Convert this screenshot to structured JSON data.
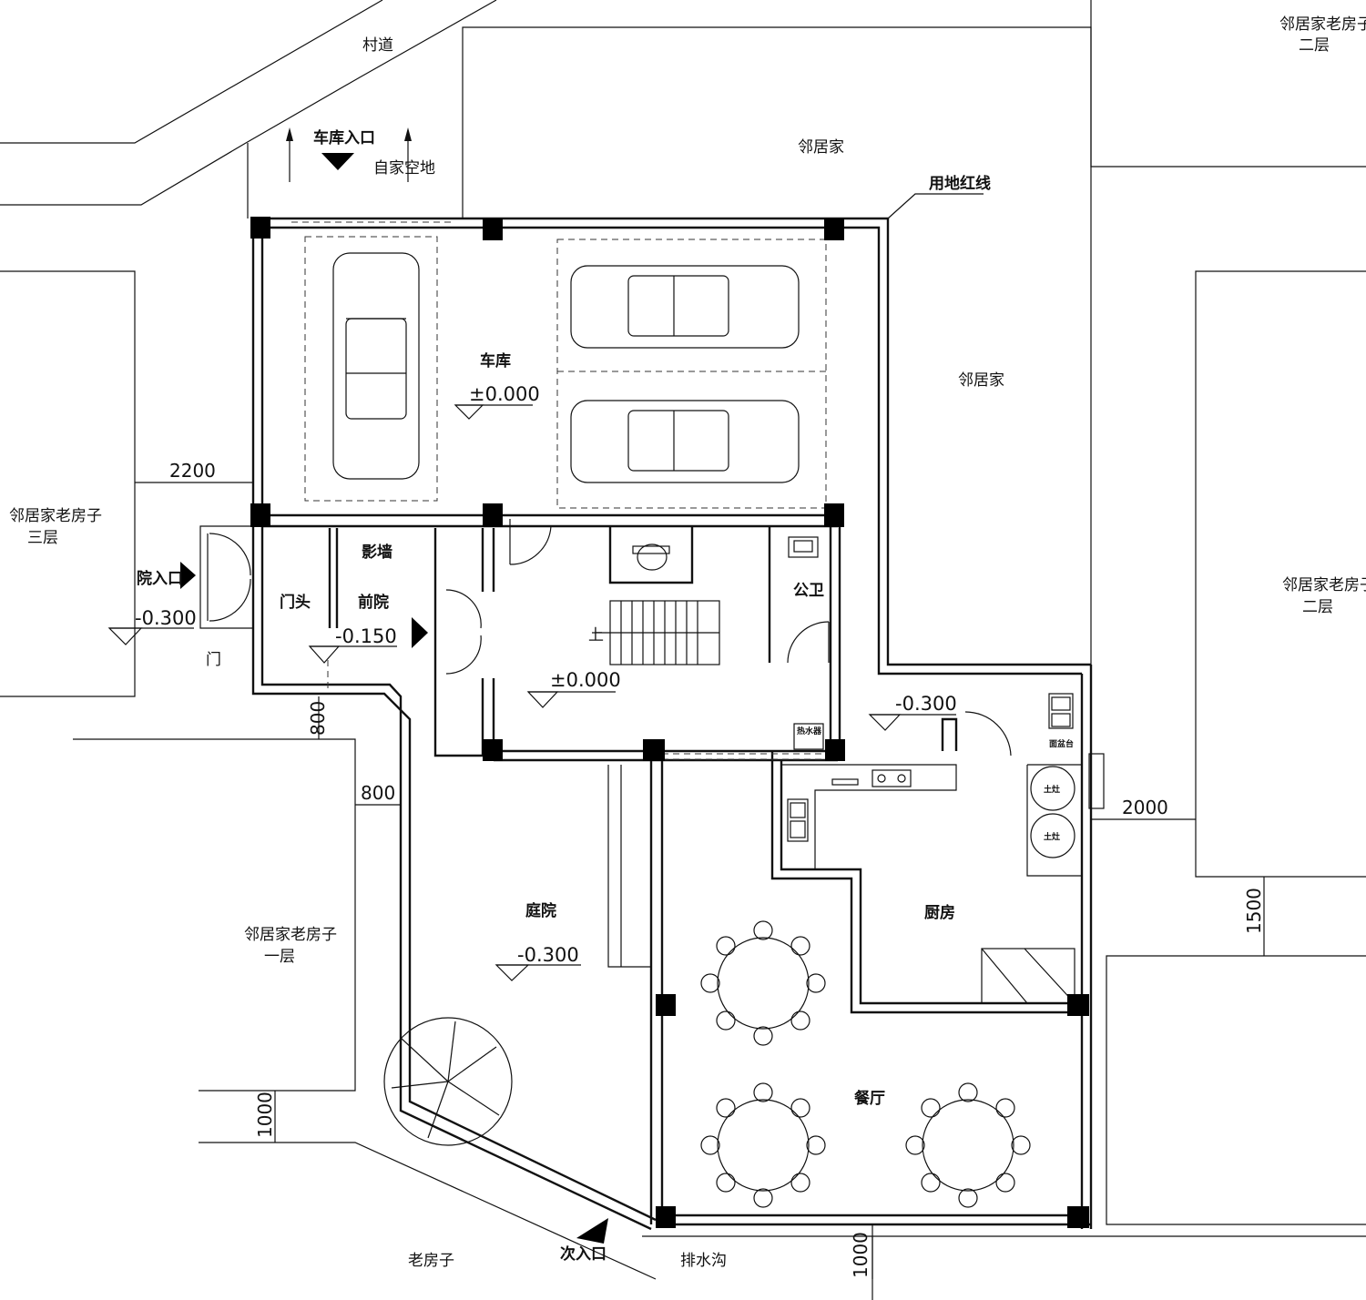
{
  "labels": {
    "village_road": "村道",
    "garage_entrance": "车库入口",
    "own_open_land": "自家空地",
    "neighbor_top": "邻居家",
    "land_red_line": "用地红线",
    "neighbor_top_right_1": "邻居家老房子",
    "neighbor_top_right_2": "二层",
    "neighbor_right_mid": "邻居家",
    "neighbor_left_1": "邻居家老房子",
    "neighbor_left_2": "三层",
    "yard_entrance": "院入口",
    "door": "门",
    "neighbor_right_1": "邻居家老房子",
    "neighbor_right_2": "二层",
    "neighbor_bottom_left_1": "邻居家老房子",
    "neighbor_bottom_left_2": "一层",
    "old_house": "老房子",
    "side_entrance": "次入口",
    "drainage_ditch": "排水沟"
  },
  "rooms": {
    "garage": "车库",
    "gate_house": "门头",
    "screen_wall": "影墙",
    "front_yard": "前院",
    "public_wc": "公卫",
    "courtyard": "庭院",
    "kitchen": "厨房",
    "dining_hall": "餐厅",
    "stair_up": "上",
    "water_heater": "热水器",
    "stove_1": "土灶",
    "stove_2": "土灶",
    "wash_basin": "面盆台"
  },
  "levels": {
    "garage": "±0.000",
    "yard_entrance": "-0.300",
    "front_yard": "-0.150",
    "hall": "±0.000",
    "back_yard": "-0.300",
    "courtyard": "-0.300"
  },
  "dimensions": {
    "left_gap": "2200",
    "left_gap_2": "800",
    "left_gap_3": "800",
    "right_gap": "2000",
    "right_gap_2": "1500",
    "bottom_left_gap": "1000",
    "bottom_gap": "1000"
  }
}
